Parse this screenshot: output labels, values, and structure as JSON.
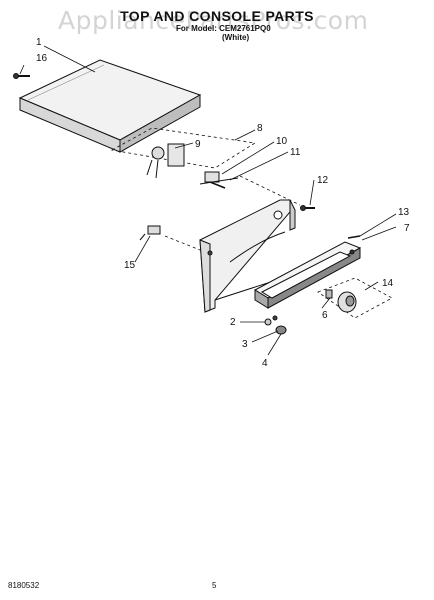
{
  "watermark": "AppliancePartsPros.com",
  "header": {
    "title": "TOP AND CONSOLE PARTS",
    "model_line": "For Model: CEM2761PQ0",
    "color_note": "(White)"
  },
  "callouts": [
    "1",
    "16",
    "8",
    "9",
    "10",
    "11",
    "12",
    "13",
    "7",
    "15",
    "14",
    "6",
    "2",
    "3",
    "4"
  ],
  "footer": {
    "doc_number": "8180532",
    "page_number": "5"
  }
}
